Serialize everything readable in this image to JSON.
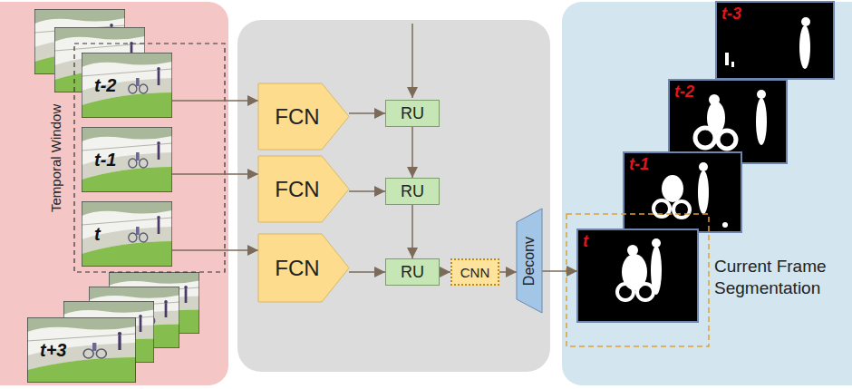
{
  "diagram": {
    "nodes": [
      {
        "text": [
          "t-2"
        ]
      },
      {
        "text": [
          "t-1"
        ]
      },
      {
        "text": [
          "t"
        ]
      },
      {
        "text": [
          "t+3"
        ]
      },
      {
        "text": [
          "FCN"
        ]
      },
      {
        "text": [
          "FCN"
        ]
      },
      {
        "text": [
          "FCN"
        ]
      },
      {
        "text": [
          "RU"
        ]
      },
      {
        "text": [
          "RU"
        ]
      },
      {
        "text": [
          "RU"
        ]
      },
      {
        "text": [
          "CNN"
        ]
      },
      {
        "text": [
          "Deconv"
        ]
      },
      {
        "text": [
          "t-3"
        ]
      },
      {
        "text": [
          "t-2"
        ]
      },
      {
        "text": [
          "t-1"
        ]
      },
      {
        "text": [
          "t"
        ]
      }
    ],
    "edges": [
      {
        "from": 0,
        "to": 4,
        "arrow": "to"
      },
      {
        "from": 1,
        "to": 5,
        "arrow": "to"
      },
      {
        "from": 2,
        "to": 6,
        "arrow": "to"
      },
      {
        "from": 4,
        "to": 7,
        "arrow": "to"
      },
      {
        "from": 5,
        "to": 8,
        "arrow": "to"
      },
      {
        "from": 6,
        "to": 9,
        "arrow": "to"
      },
      {
        "from": 7,
        "to": 8,
        "arrow": "to"
      },
      {
        "from": 8,
        "to": 9,
        "arrow": "to"
      },
      {
        "from": 9,
        "to": 10,
        "arrow": "to"
      },
      {
        "from": 10,
        "to": 11,
        "arrow": "to"
      },
      {
        "from": 11,
        "to": 15,
        "arrow": "to"
      }
    ],
    "labels": [
      "Temporal Window",
      "Current Frame Segmentation"
    ]
  }
}
